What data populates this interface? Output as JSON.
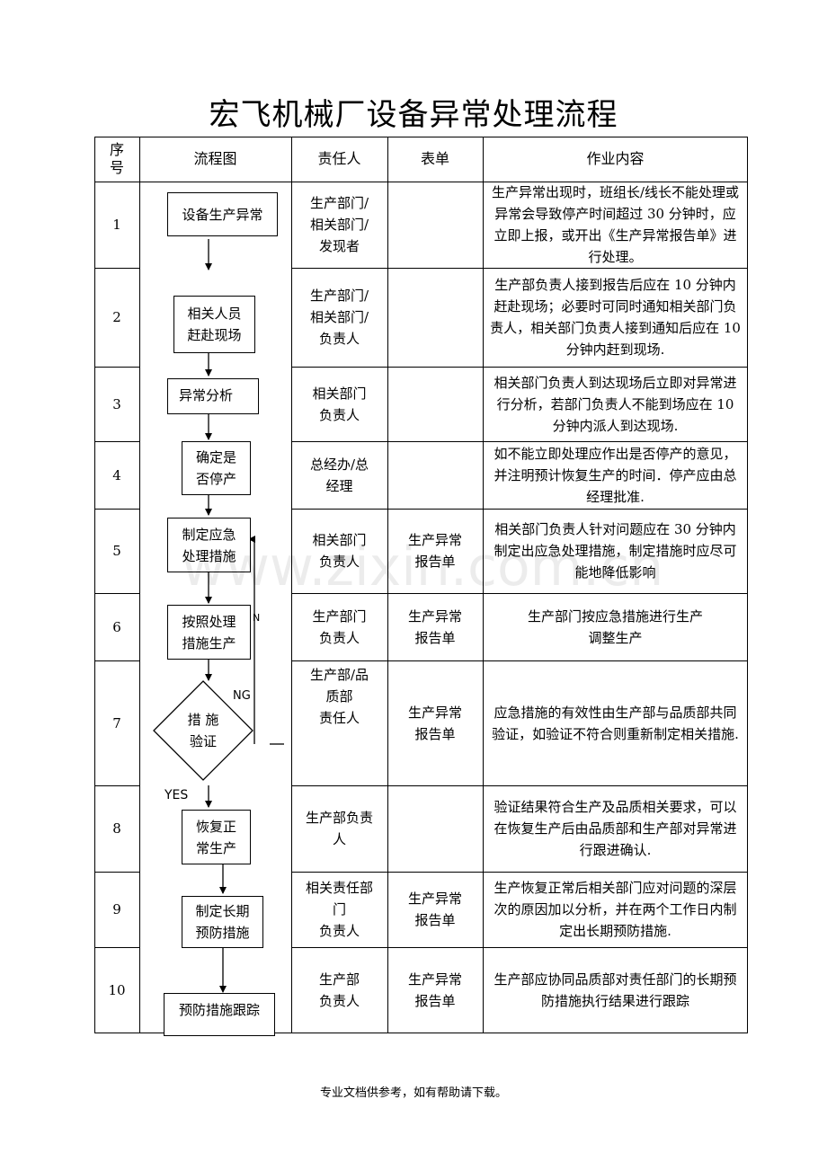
{
  "title": "宏飞机械厂设备异常处理流程",
  "headers": {
    "seq": "序\n号",
    "flow": "流程图",
    "resp": "责任人",
    "form": "表单",
    "content": "作业内容"
  },
  "rows": [
    {
      "seq": "1",
      "resp": "生产部门/\n相关部门/\n发现者",
      "form": "",
      "content": "生产异常出现时，班组长/线长不能处理或异常会导致停产时间超过 30 分钟时，应立即上报，或开出《生产异常报告单》进行处理。"
    },
    {
      "seq": "2",
      "resp": "生产部门/\n相关部门/\n负责人",
      "form": "",
      "content": "生产部负责人接到报告后应在 10 分钟内赶赴现场；必要时可同时通知相关部门负责人，相关部门负责人接到通知后应在 10 分钟内赶到现场."
    },
    {
      "seq": "3",
      "resp": "相关部门\n负责人",
      "form": "",
      "content": "相关部门负责人到达现场后立即对异常进行分析，若部门负责人不能到场应在 10 分钟内派人到达现场."
    },
    {
      "seq": "4",
      "resp": "总经办/总\n经理",
      "form": "",
      "content": "如不能立即处理应作出是否停产的意见，并注明预计恢复生产的时间．停产应由总经理批准."
    },
    {
      "seq": "5",
      "resp": "相关部门\n负责人",
      "form": "生产异常\n报告单",
      "content": "相关部门负责人针对问题应在 30 分钟内制定出应急处理措施，制定措施时应尽可能地降低影响"
    },
    {
      "seq": "6",
      "resp": "生产部门\n负责人",
      "form": "生产异常\n报告单",
      "content": "生产部门按应急措施进行生产\n调整生产"
    },
    {
      "seq": "7",
      "resp": "生产部/品\n质部\n责任人",
      "form": "生产异常\n报告单",
      "content": "应急措施的有效性由生产部与品质部共同验证，如验证不符合则重新制定相关措施."
    },
    {
      "seq": "8",
      "resp": "生产部负责\n人",
      "form": "",
      "content": "验证结果符合生产及品质相关要求，可以在恢复生产后由品质部和生产部对异常进行跟进确认."
    },
    {
      "seq": "9",
      "resp": "相关责任部\n门\n负责人",
      "form": "生产异常\n报告单",
      "content": "生产恢复正常后相关部门应对问题的深层次的原因加以分析，并在两个工作日内制定出长期预防措施."
    },
    {
      "seq": "10",
      "resp": "生产部\n负责人",
      "form": "生产异常\n报告单",
      "content": "生产部应协同品质部对责任部门的长期预防措施执行结果进行跟踪"
    }
  ],
  "flow": {
    "steps": [
      "设备生产异常",
      "相关人员\n赶赴现场",
      "异常分析",
      "确定是\n否停产",
      "制定应急\n处理措施",
      "按照处理\n措施生产",
      "恢复正\n常生产",
      "制定长期\n预防措施",
      "预防措施跟踪"
    ],
    "decision": "措  施\n验证",
    "ng_label": "NG",
    "yes_label": "YES",
    "n_mark": "N"
  },
  "watermark": "www.zixin.com.cn",
  "footer": "专业文档供参考，如有帮助请下载。"
}
